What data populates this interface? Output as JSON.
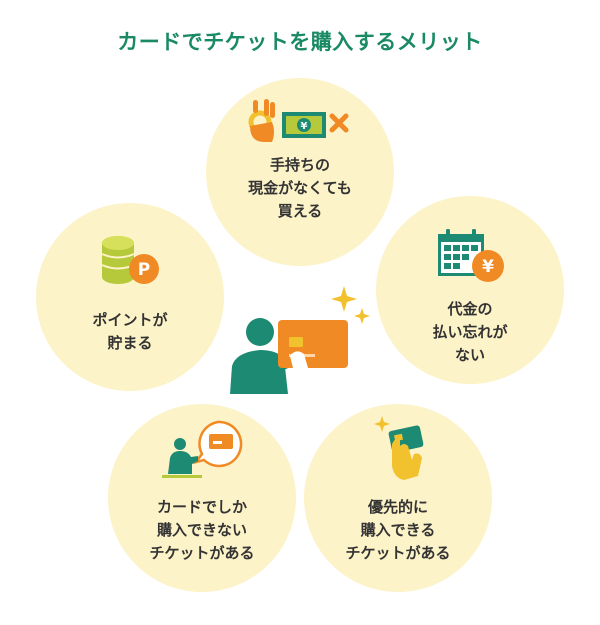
{
  "title": "カードでチケットを購入するメリット",
  "colors": {
    "accent_green": "#1a8a64",
    "circle_bg": "#fdf3c9",
    "orange": "#f08a24",
    "yellow": "#f2c12e",
    "lime": "#b6c93a",
    "teal": "#1d8a73"
  },
  "merits": [
    {
      "id": "no-cash",
      "label": "手持ちの\n現金がなくても\n買える",
      "icon": "ok-hand-money-cross-icon"
    },
    {
      "id": "points",
      "label": "ポイントが\n貯まる",
      "icon": "coin-stack-point-icon"
    },
    {
      "id": "no-forget",
      "label": "代金の\n払い忘れが\nない",
      "icon": "calendar-yen-icon"
    },
    {
      "id": "card-only",
      "label": "カードでしか\n購入できない\nチケットがある",
      "icon": "person-speech-card-icon"
    },
    {
      "id": "card-benefit",
      "label": "優先的に\n購入できる\nチケットがある",
      "icon": "hand-holding-card-icon"
    }
  ],
  "center": {
    "icon": "person-holding-card-icon"
  }
}
